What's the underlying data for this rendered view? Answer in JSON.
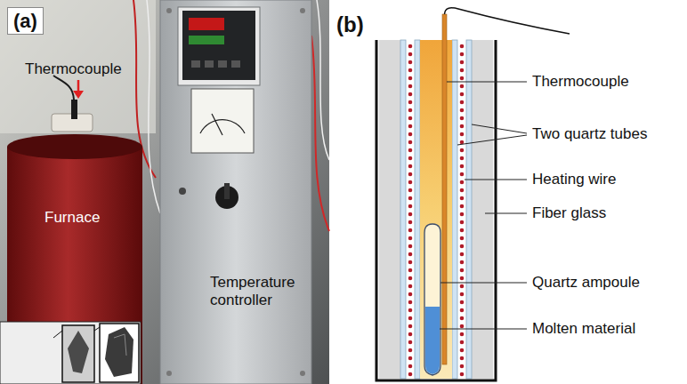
{
  "diagram": {
    "labels": [
      "(a)",
      "Thermocouple",
      "Furnace",
      "Temperature controller",
      "(b)",
      "Thermocouple",
      "Two quartz tubes",
      "Heating wire",
      "Fiber glass",
      "Quartz ampoule",
      "Molten material"
    ]
  }
}
